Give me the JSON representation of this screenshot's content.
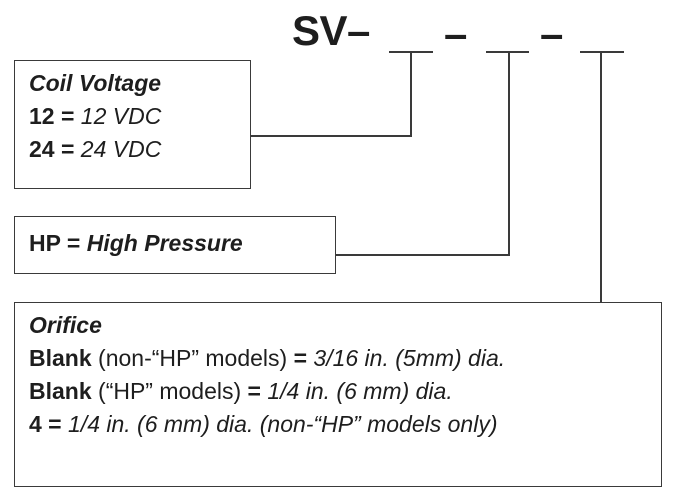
{
  "code": {
    "title": "SV–",
    "separators": [
      "–",
      "–"
    ]
  },
  "coil_voltage": {
    "heading": "Coil Voltage",
    "options": [
      {
        "code": "12 =",
        "desc": "12 VDC"
      },
      {
        "code": "24 =",
        "desc": "24 VDC"
      }
    ]
  },
  "pressure": {
    "code": "HP =",
    "desc": "High Pressure"
  },
  "orifice": {
    "heading": "Orifice",
    "rows": [
      {
        "code": "Blank",
        "note": "(non-“HP” models)",
        "eq": "=",
        "desc": "3/16 in. (5mm) dia."
      },
      {
        "code": "Blank",
        "note": "(“HP” models)",
        "eq": "=",
        "desc": "1/4 in. (6 mm) dia."
      },
      {
        "code": "4 =",
        "desc": "1/4 in. (6 mm) dia. (non-“HP” models only)"
      }
    ]
  }
}
